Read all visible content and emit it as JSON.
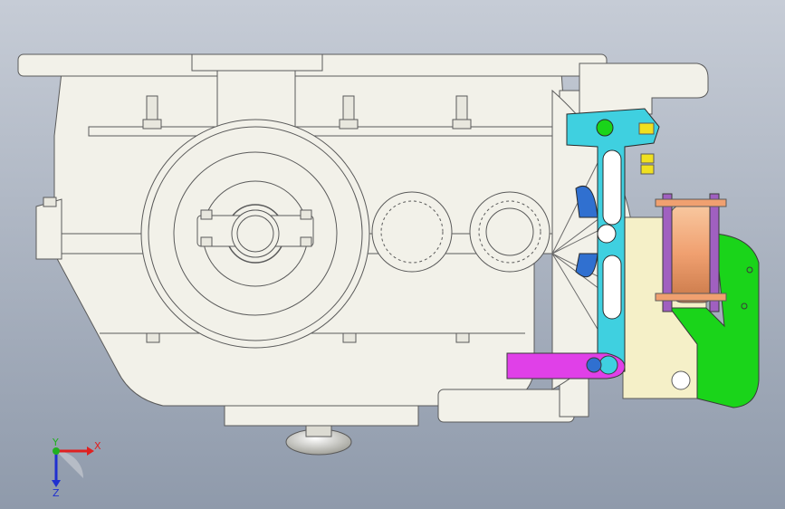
{
  "viewport": {
    "background_top": "#c6ccd6",
    "background_bottom": "#8f9aab"
  },
  "triad": {
    "x_label": "X",
    "y_label": "Y",
    "z_label": "Z",
    "x_color": "#e02020",
    "y_color": "#20b020",
    "z_color": "#2030d0"
  },
  "parts": {
    "housing_color": "#f2f1e9",
    "housing_edge": "#5a5a5a",
    "bracket_cyan": "#3fd0e0",
    "bracket_magenta": "#e040e8",
    "bracket_green": "#1ad41a",
    "plate_yellow": "#f5f0c8",
    "cylinder_orange": "#f0a070",
    "bolt_yellow": "#f0e020",
    "flange_purple": "#a060c0",
    "knob_blue": "#3070d0"
  }
}
